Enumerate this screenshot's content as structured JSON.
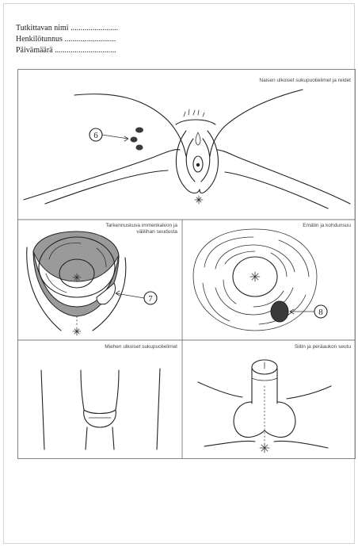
{
  "form": {
    "name_field": "Tutkittavan nimi ........................",
    "id_field": "Henkilötunnus ..........................",
    "date_field": "Päivämäärä ..............................."
  },
  "panels": {
    "female_external": {
      "caption": "Naisen ulkoiset sukupuolielimet ja reidet",
      "marker": "6"
    },
    "hymen_closeup": {
      "caption_line1": "Tarkennuskuva immenkalvon ja",
      "caption_line2": "välilihan seudusta",
      "marker": "7"
    },
    "vagina_cervix": {
      "caption": "Emätin ja kohdunsuu",
      "marker": "8"
    },
    "male_external": {
      "caption": "Miehen ulkoiset sukupuolielimet"
    },
    "penis_anal": {
      "caption": "Siitin ja peräaukon seutu"
    }
  },
  "colors": {
    "shading": "#9a9a9a",
    "finding": "#3a3a3a",
    "line": "#222222"
  }
}
